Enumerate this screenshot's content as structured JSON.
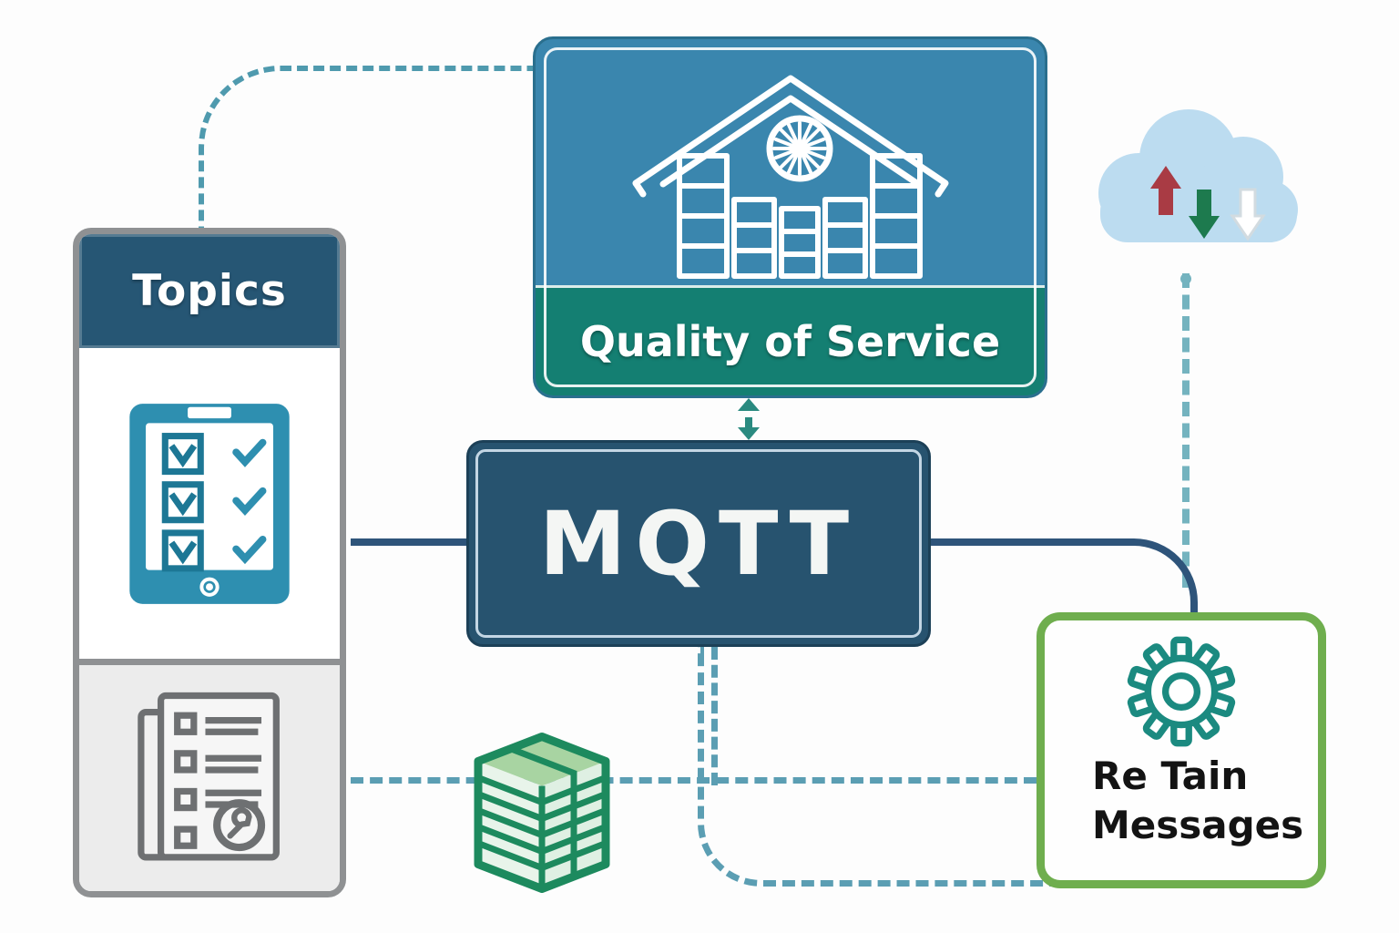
{
  "diagram": {
    "nodes": {
      "topics": {
        "label": "Topics"
      },
      "qos": {
        "label": "Quality of Service"
      },
      "mqtt": {
        "label": "MQTT"
      },
      "retain": {
        "line1": "Re Tain",
        "line2": "Messages"
      }
    },
    "icons": {
      "topics_upper": "checklist-tablet-icon",
      "topics_lower": "document-list-icon",
      "qos": "warehouse-icon",
      "cloud": "cloud-transfer-icon",
      "cloud_arrows": [
        "up-arrow-red",
        "down-arrow-green",
        "down-arrow-white"
      ],
      "stack": "stacked-messages-icon",
      "retain": "gear-icon"
    },
    "colors": {
      "topics_header": "#265674",
      "qos_blue": "#3a86ae",
      "qos_green": "#147f72",
      "mqtt_blue": "#27536f",
      "retain_border": "#6fae4e",
      "connector_solid": "#2e547a",
      "connector_dashed": "#5b9eb3",
      "cloud_fill": "#bcdcf0",
      "arrow_up_red": "#a93b44",
      "arrow_down_green": "#1d7a4e",
      "stack_green": "#1d8a5e",
      "gear_teal": "#1b8a80",
      "box_border_gray": "#8f9193"
    }
  }
}
